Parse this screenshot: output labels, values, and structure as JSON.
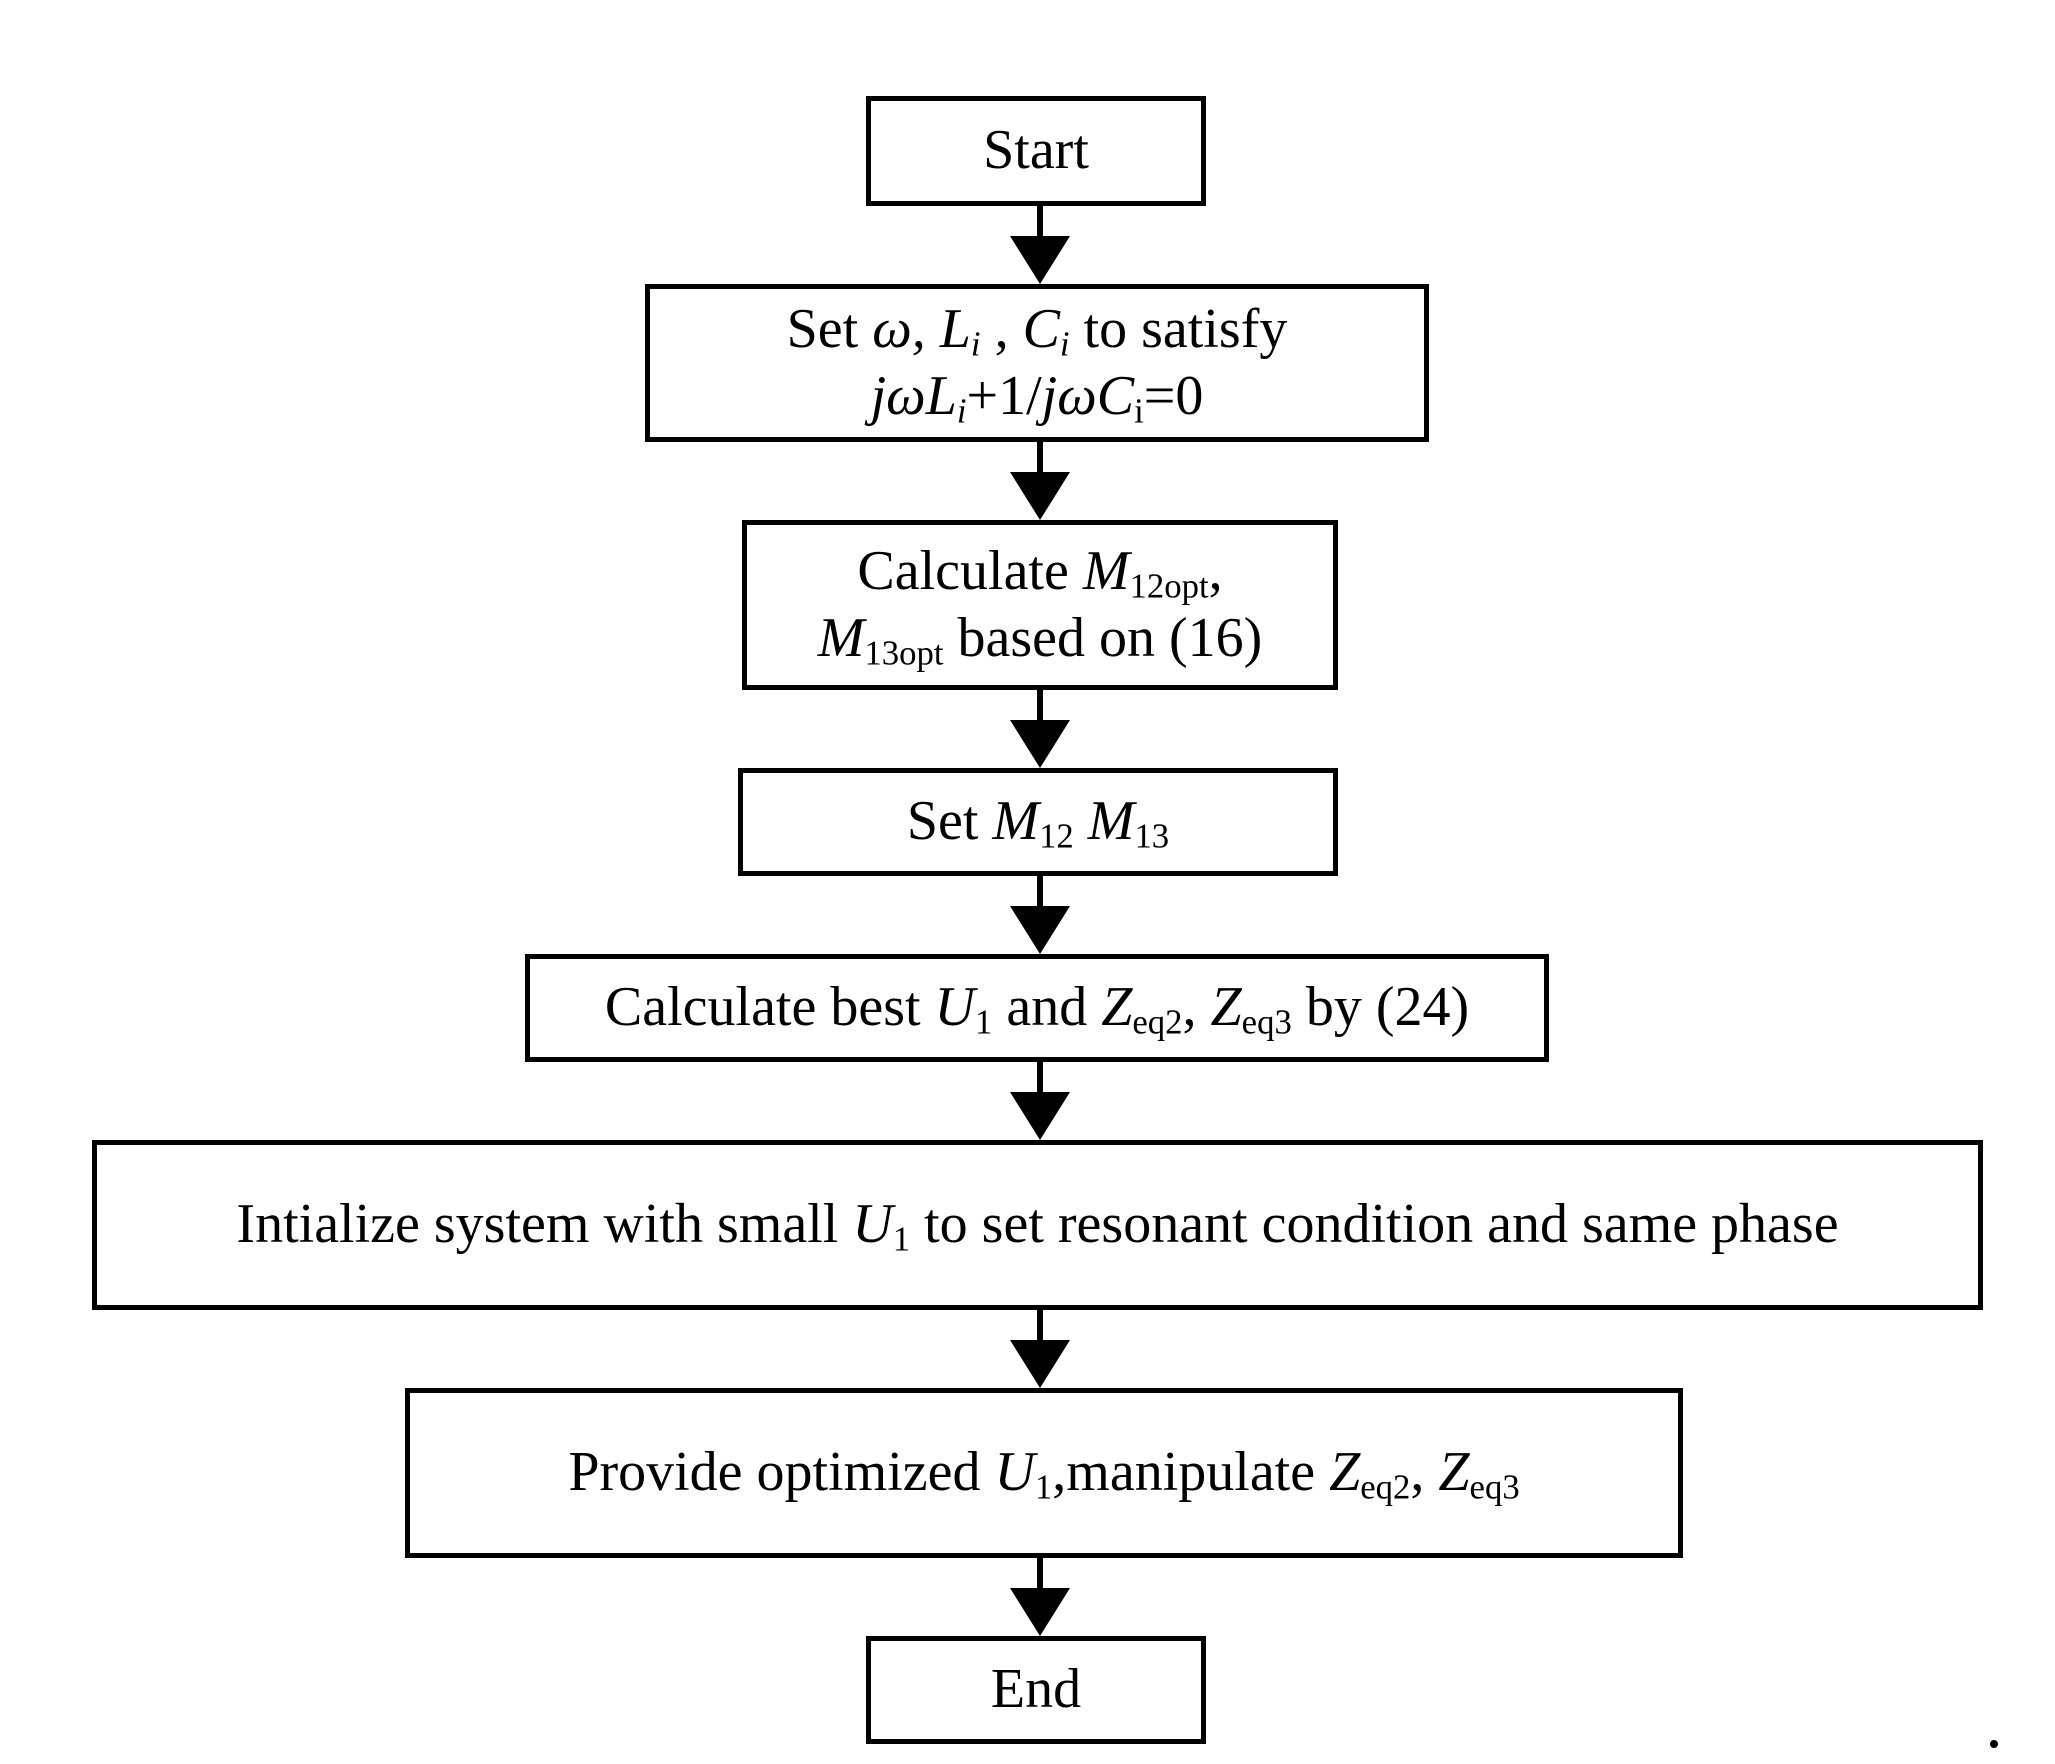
{
  "flowchart": {
    "start": {
      "label": "Start"
    },
    "step1": {
      "t1": "Set ",
      "omega": "ω,",
      "t2": " ",
      "L": "L",
      "Lsub": "i",
      "t3": " ,  ",
      "C": "C",
      "Csub": "i",
      "t4": " to satisfy",
      "j1": "jωL",
      "j1sub": "i",
      "t5": "+1/",
      "j2": "jωC",
      "j2sub": "i",
      "t6": "=0"
    },
    "step2": {
      "t1": "Calculate ",
      "M1": "M",
      "M1sub": "12opt",
      "t2": ",",
      "M2": "M",
      "M2sub": "13opt",
      "t3": " based on (16)"
    },
    "step3": {
      "t1": "Set ",
      "M1": "M",
      "M1sub": "12",
      "t2": " ",
      "M2": "M",
      "M2sub": "13"
    },
    "step4": {
      "t1": "Calculate best ",
      "U": "U",
      "Usub": "1",
      "t2": " and ",
      "Z1": "Z",
      "Z1sub": "eq2",
      "t3": ", ",
      "Z2": "Z",
      "Z2sub": "eq3",
      "t4": " by (24)"
    },
    "step5": {
      "t1": "Intialize system with small ",
      "U": "U",
      "Usub": "1",
      "t2": " to set resonant condition and same phase"
    },
    "step6": {
      "t1": "Provide optimized ",
      "U": "U",
      "Usub": "1",
      "t2": ",manipulate ",
      "Z1": "Z",
      "Z1sub": "eq2",
      "t3": ", ",
      "Z2": "Z",
      "Z2sub": "eq3"
    },
    "end": {
      "label": "End"
    },
    "trailing_mark": "."
  }
}
